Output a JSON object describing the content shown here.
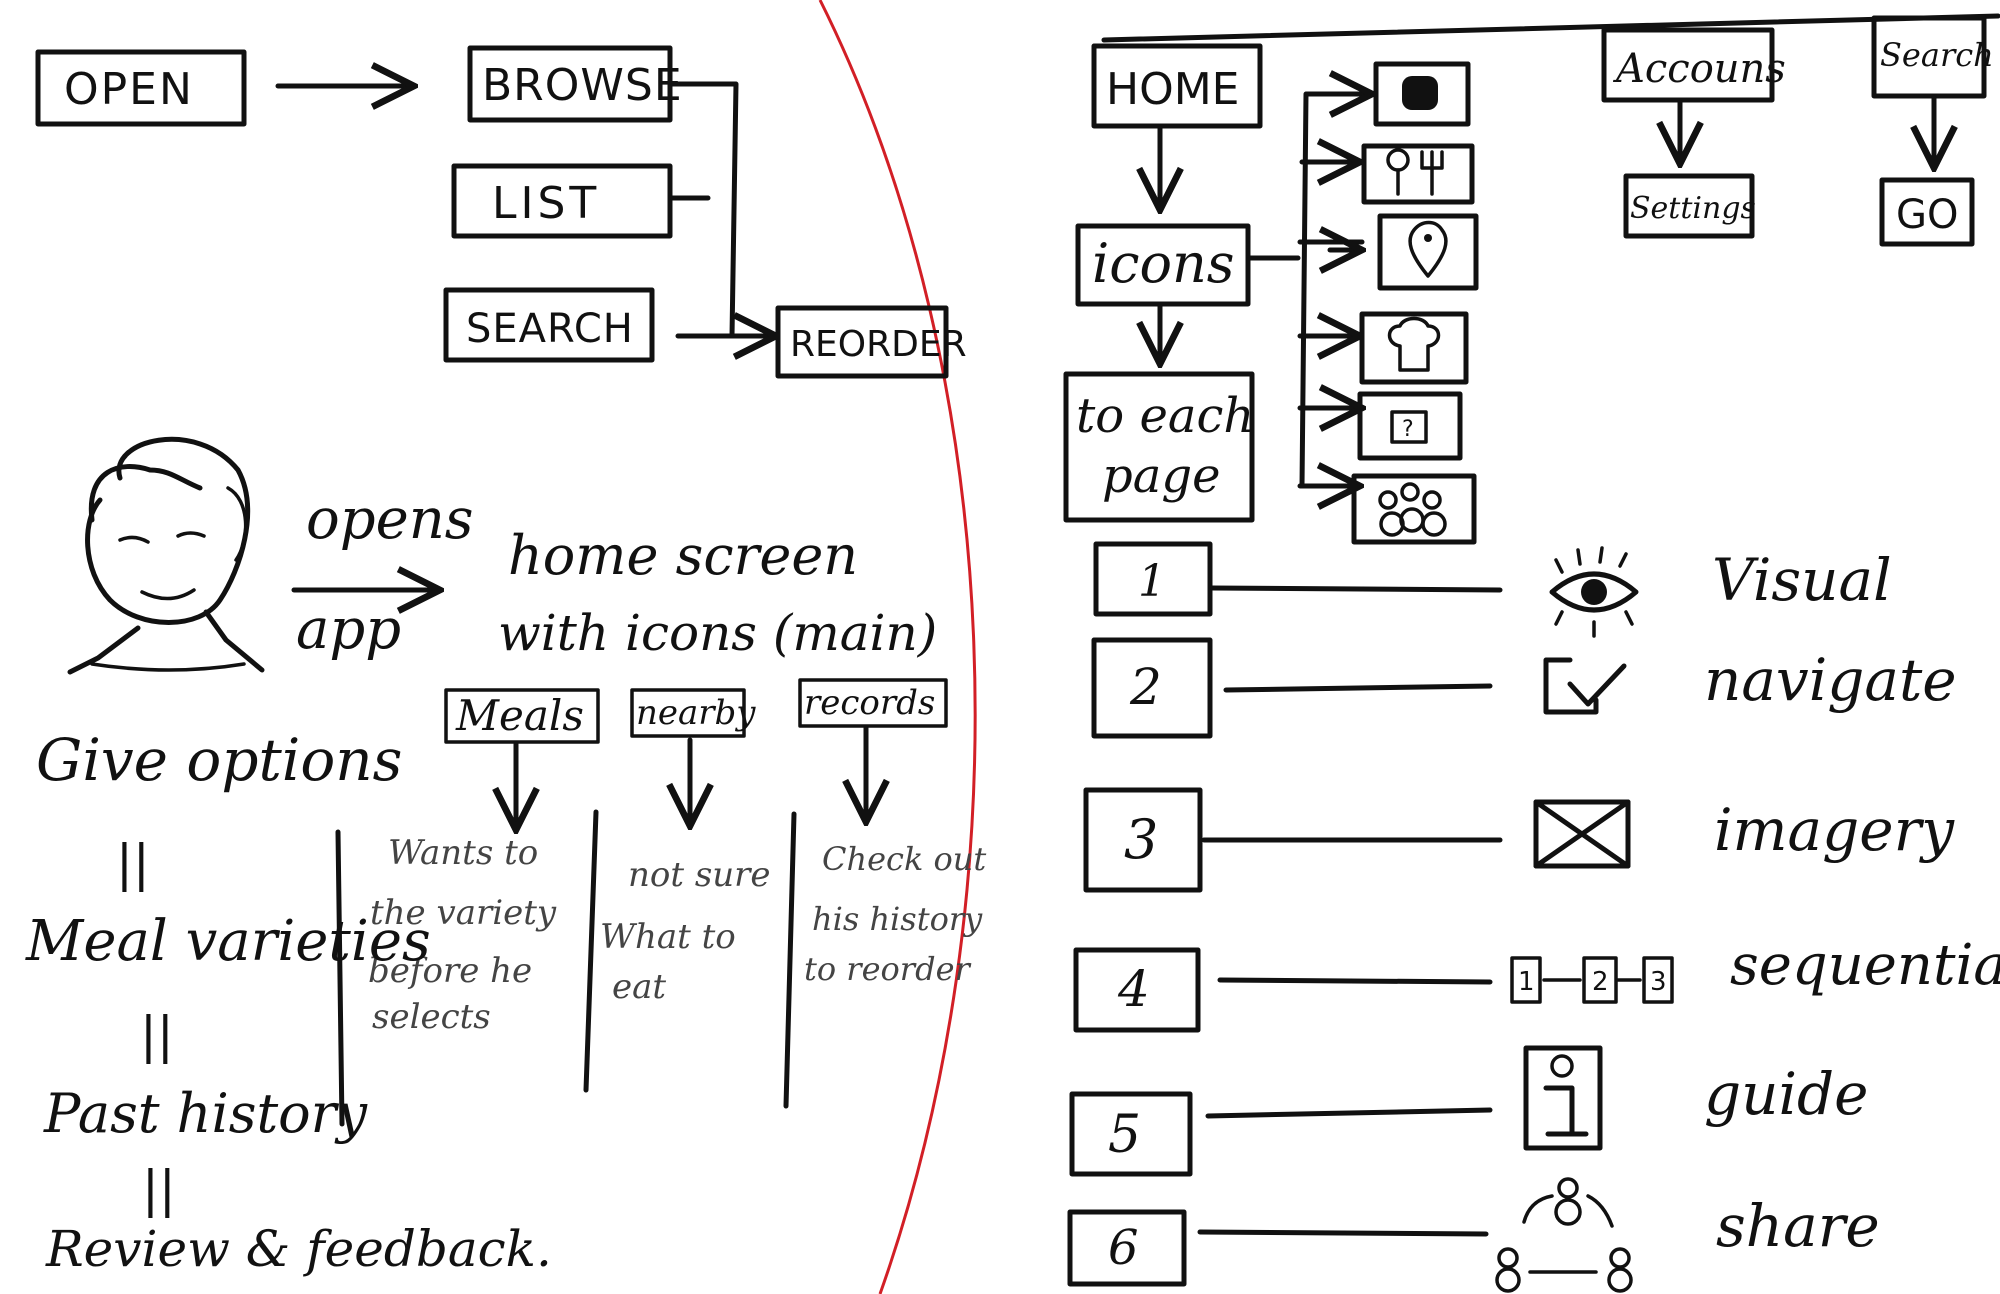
{
  "colors": {
    "ink": "#111111",
    "divider": "#d21f26",
    "paper": "#ffffff",
    "light_ink": "#444444"
  },
  "flow": {
    "open": "OPEN",
    "browse": "BROWSE",
    "list": "LIST",
    "search": "SEARCH",
    "reorder": "REORDER"
  },
  "persona": {
    "opens": "opens",
    "app": "app",
    "home_line1": "home screen",
    "home_line2": "with icons (main)"
  },
  "options": {
    "meals": "Meals",
    "nearby": "nearby",
    "records": "records",
    "meals_note": [
      "Wants to",
      "the variety",
      "before he",
      "selects"
    ],
    "nearby_note": [
      "not sure",
      "What to",
      "eat"
    ],
    "records_note": [
      "Check out",
      "his history",
      "to reorder"
    ]
  },
  "steps": {
    "give_options": "Give options",
    "meal_varieties": "Meal varieties",
    "past_history": "Past history",
    "review": "Review & feedback.",
    "separator": "||"
  },
  "nav": {
    "home": "HOME",
    "icons": "icons",
    "to_each_page_1": "to each",
    "to_each_page_2": "page",
    "accounts": "Accouns",
    "settings": "Settings",
    "search": "Search",
    "go": "GO"
  },
  "principles": [
    {
      "num": "1",
      "label": "Visual",
      "icon": "eye-icon"
    },
    {
      "num": "2",
      "label": "navigate",
      "icon": "checkbox-icon"
    },
    {
      "num": "3",
      "label": "imagery",
      "icon": "image-placeholder-icon"
    },
    {
      "num": "4",
      "label": "sequential",
      "icon": "sequence-icon"
    },
    {
      "num": "5",
      "label": "guide",
      "icon": "info-icon"
    },
    {
      "num": "6",
      "label": "share",
      "icon": "share-icon"
    }
  ],
  "sequence_icon_digits": [
    "1",
    "2",
    "3"
  ]
}
